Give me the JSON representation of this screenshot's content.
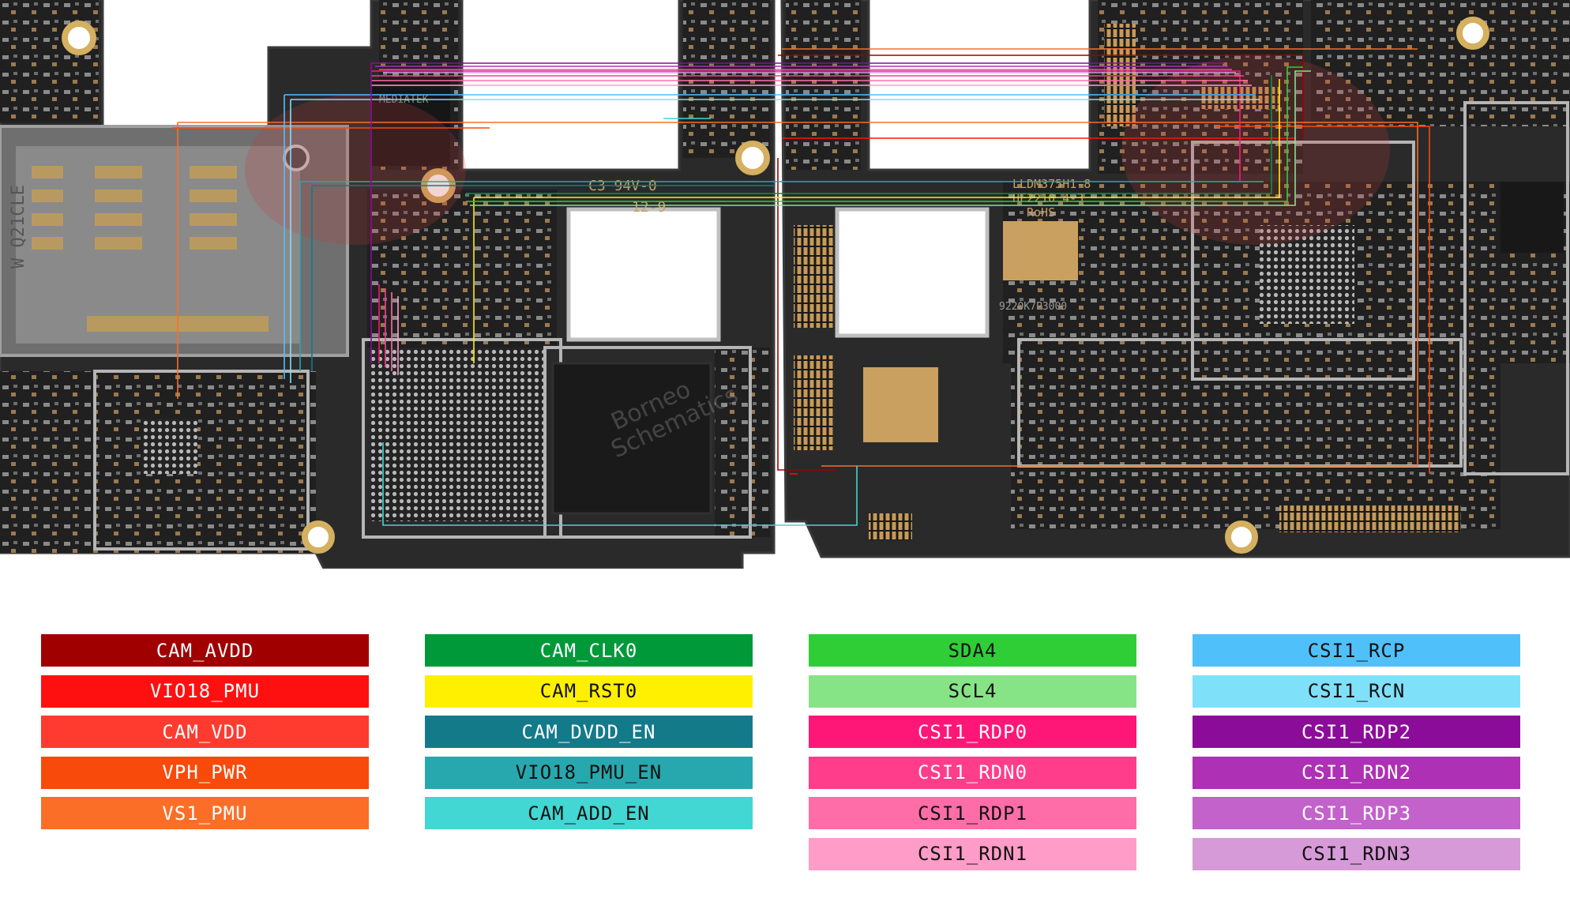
{
  "board": {
    "left_panel": {
      "silkscreen": [
        "C3  94V-0",
        "12-9"
      ],
      "chip_markings": [
        "MEDIATEK",
        "W Q21CLE"
      ]
    },
    "right_panel": {
      "silkscreen": [
        "LLDM375H1-8",
        "HF2210 4-3",
        "RoHS",
        "9220K7P3000"
      ]
    },
    "watermark": [
      "Borneo",
      "Schematics"
    ]
  },
  "legend": [
    {
      "label": "CAM_AVDD",
      "color": "#A00000",
      "text_color": "#ffffff"
    },
    {
      "label": "VIO18_PMU",
      "color": "#FF1010",
      "text_color": "#ffffff"
    },
    {
      "label": "CAM_VDD",
      "color": "#FF3B30",
      "text_color": "#ffffff"
    },
    {
      "label": "VPH_PWR",
      "color": "#F84A0A",
      "text_color": "#ffffff"
    },
    {
      "label": "VS1_PMU",
      "color": "#FA6E28",
      "text_color": "#ffffff"
    },
    {
      "label": "CAM_CLK0",
      "color": "#00993A",
      "text_color": "#ffffff"
    },
    {
      "label": "CAM_RST0",
      "color": "#FFF000",
      "text_color": "#111111"
    },
    {
      "label": "CAM_DVDD_EN",
      "color": "#137A8A",
      "text_color": "#ffffff"
    },
    {
      "label": "VIO18_PMU_EN",
      "color": "#27A8AE",
      "text_color": "#111111"
    },
    {
      "label": "CAM_ADD_EN",
      "color": "#42D7D3",
      "text_color": "#111111"
    },
    {
      "label": "SDA4",
      "color": "#2FCE37",
      "text_color": "#111111"
    },
    {
      "label": "SCL4",
      "color": "#86E386",
      "text_color": "#111111"
    },
    {
      "label": "CSI1_RDP0",
      "color": "#FF1777",
      "text_color": "#ffffff"
    },
    {
      "label": "CSI1_RDN0",
      "color": "#FF3D8B",
      "text_color": "#ffffff"
    },
    {
      "label": "CSI1_RDP1",
      "color": "#FF6DA8",
      "text_color": "#111111"
    },
    {
      "label": "CSI1_RDN1",
      "color": "#FF9CC7",
      "text_color": "#111111"
    },
    {
      "label": "CSI1_RCP",
      "color": "#50C0FA",
      "text_color": "#111111"
    },
    {
      "label": "CSI1_RCN",
      "color": "#7FE0FA",
      "text_color": "#111111"
    },
    {
      "label": "CSI1_RDP2",
      "color": "#8C0C9A",
      "text_color": "#ffffff"
    },
    {
      "label": "CSI1_RDN2",
      "color": "#AE30B4",
      "text_color": "#ffffff"
    },
    {
      "label": "CSI1_RDP3",
      "color": "#C262CA",
      "text_color": "#ffffff"
    },
    {
      "label": "CSI1_RDN3",
      "color": "#D79AD8",
      "text_color": "#111111"
    }
  ]
}
